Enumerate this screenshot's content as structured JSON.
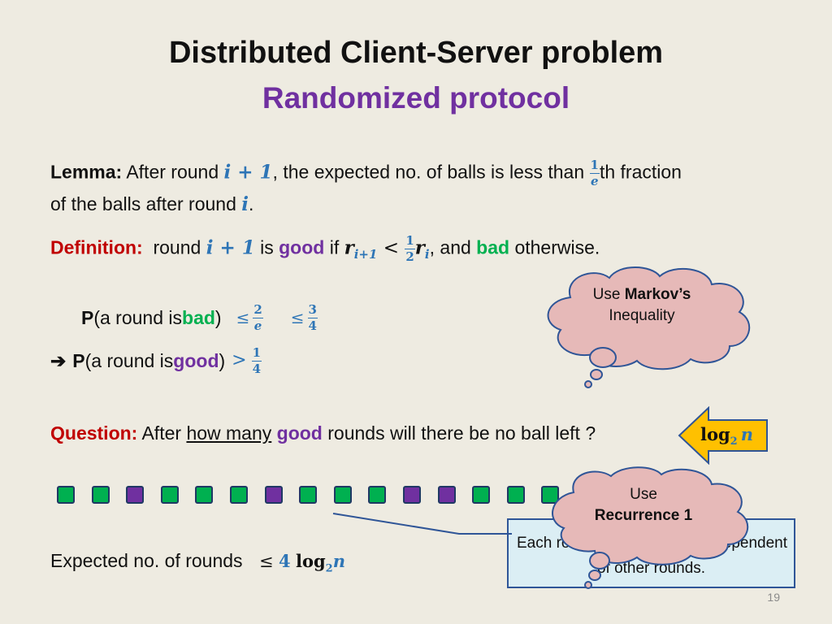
{
  "title": "Distributed Client-Server problem",
  "subtitle": "Randomized protocol",
  "lemma": {
    "label": "Lemma:",
    "text1": " After round ",
    "math1": "i + 1",
    "text2": ", the expected no. of balls is less than ",
    "frac_num": "1",
    "frac_den": "e",
    "text3": "th fraction",
    "line2a": "of the balls after round ",
    "math2": "i",
    "line2b": "."
  },
  "definition": {
    "label": "Definition:",
    "t1": "  round ",
    "m1": "i + 1",
    "t2": " is ",
    "good": "good",
    "t3": " if ",
    "r_base": "r",
    "r_sub": "i+1",
    "lt": " < ",
    "half_num": "1",
    "half_den": "2",
    "r2_base": "r",
    "r2_sub": "i",
    "t4": ", and ",
    "bad": "bad",
    "t5": " otherwise."
  },
  "prob_bad": {
    "P": "P",
    "t1": "(a round is ",
    "bad": "bad",
    "t2": ")",
    "le1": "≤",
    "f1_num": "2",
    "f1_den": "e",
    "le2": "≤",
    "f2_num": "3",
    "f2_den": "4"
  },
  "prob_good": {
    "arrow": "➔",
    "P": "P",
    "t1": "(a round is ",
    "good": "good",
    "t2": ")",
    "gt": ">",
    "f_num": "1",
    "f_den": "4"
  },
  "question": {
    "label": "Question:",
    "t1": " After ",
    "how_many": "how many",
    "t2": " ",
    "good": "good",
    "t3": " rounds will there be no ball left ?"
  },
  "answer_arrow": {
    "log": "log",
    "sub": "2",
    "n": "n"
  },
  "expected": {
    "text": "Expected no. of rounds",
    "le": "≤",
    "four": "4",
    "log": "log",
    "sub": "2",
    "n": "n"
  },
  "cloud_markov": {
    "line1a": "Use ",
    "line1b": "Markov’s",
    "line2": "Inequality"
  },
  "cloud_recurrence": {
    "line1": "Use",
    "line2": "Recurrence 1"
  },
  "callout": {
    "line1_left": "Each rou",
    "line1_right": "independent",
    "line2": "of other rounds."
  },
  "rounds": [
    "green",
    "green",
    "purple",
    "green",
    "green",
    "green",
    "purple",
    "green",
    "green",
    "green",
    "purple",
    "purple",
    "green",
    "green",
    "green"
  ],
  "colors": {
    "green": "#00b050",
    "purple": "#7030a0",
    "cloud": "#e6b9b8",
    "callout": "#dbeef4"
  },
  "page_number": "19"
}
